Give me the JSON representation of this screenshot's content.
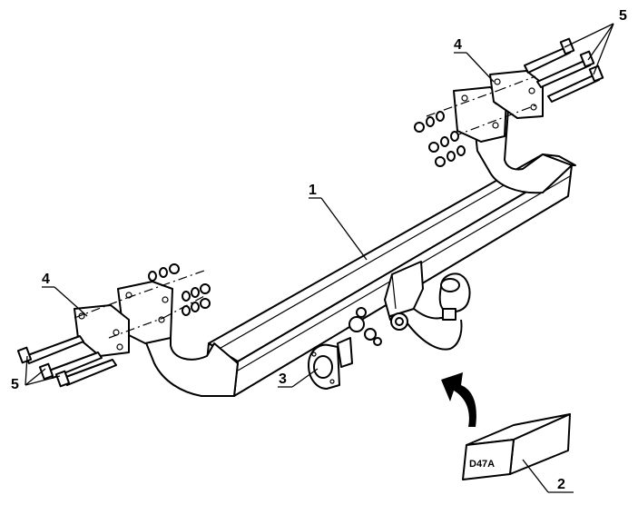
{
  "callouts": {
    "bar": "1",
    "box": "2",
    "socket_plate": "3",
    "bracket_right": "4",
    "bracket_left": "4",
    "bolts_right": "5",
    "bolts_left": "5"
  },
  "box_label": "D47A",
  "colors": {
    "line": "#000000",
    "fill": "#ffffff",
    "shade": "#f2f2f2"
  },
  "icons": {
    "arrow": "curved-arrow-icon"
  }
}
